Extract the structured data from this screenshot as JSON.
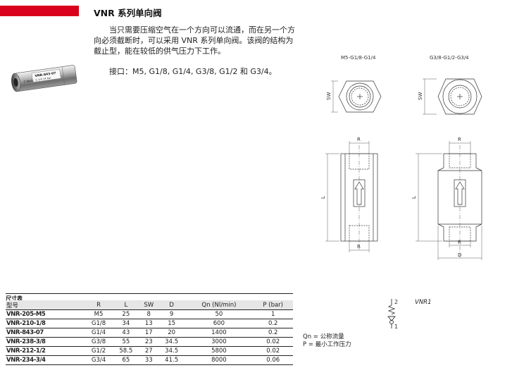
{
  "header": {
    "title": "VNR 系列单向阀"
  },
  "description": {
    "text": "当只需要压缩空气在一个方向可以流通，而在另一个方向必须截断时，可以采用 VNR 系列单向阀。该阀的结构为截止型，能在较低的供气压力下工作。",
    "ports": "接口：M5, G1/8, G1/4, G3/8, G1/2 和 G3/4。"
  },
  "photo": {
    "label_line1": "VNR-843-07",
    "label_line2": "G 1/4  14 bar",
    "brand": "C.Matic"
  },
  "drawing": {
    "left_title": "M5-G1/8-G1/4",
    "right_title": "G3/8-G1/2-G3/4",
    "dim_sw": "SW",
    "dim_r": "R",
    "dim_l": "L",
    "dim_d": "D"
  },
  "table": {
    "caption": "尺寸表",
    "headers": [
      "型号",
      "R",
      "L",
      "SW",
      "D",
      "Qn (Nl/min)",
      "P (bar)"
    ],
    "rows": [
      [
        "VNR-205-M5",
        "M5",
        "25",
        "8",
        "9",
        "50",
        "1"
      ],
      [
        "VNR-210-1/8",
        "G1/8",
        "34",
        "13",
        "15",
        "600",
        "0.2"
      ],
      [
        "VNR-843-07",
        "G1/4",
        "43",
        "17",
        "20",
        "1400",
        "0.2"
      ],
      [
        "VNR-238-3/8",
        "G3/8",
        "55",
        "23",
        "34.5",
        "3000",
        "0.02"
      ],
      [
        "VNR-212-1/2",
        "G1/2",
        "58.5",
        "27",
        "34.5",
        "5800",
        "0.02"
      ],
      [
        "VNR-234-3/4",
        "G3/4",
        "65",
        "33",
        "41.5",
        "8000",
        "0.06"
      ]
    ]
  },
  "symbol": {
    "port_top": "2",
    "port_bottom": "1",
    "code": "VNR1"
  },
  "legend": {
    "qn": "Qn = 公称流量",
    "p": "P = 最小工作压力"
  },
  "colors": {
    "accent": "#d8001a",
    "table_header_bg": "#e6e6e6"
  }
}
